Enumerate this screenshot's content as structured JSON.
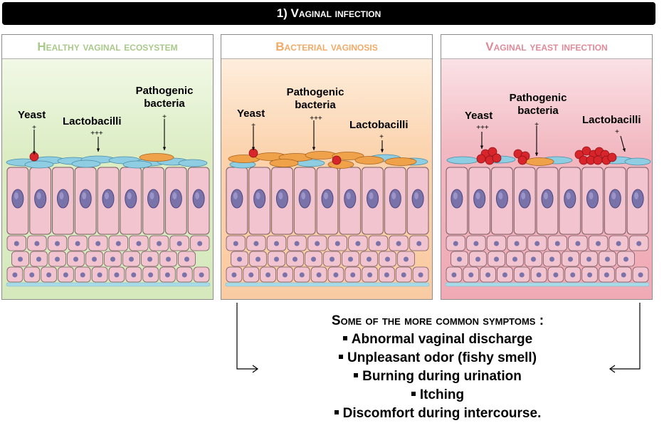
{
  "title": "1) Vaginal infection",
  "panels": [
    {
      "id": "healthy",
      "header": "Healthy vaginal ecosystem",
      "labels": {
        "yeast": {
          "name": "Yeast",
          "abundance": "+"
        },
        "lactobacilli": {
          "name": "Lactobacilli",
          "abundance": "+++"
        },
        "pathogenic": {
          "name": "Pathogenic\nbacteria",
          "abundance": "+"
        }
      }
    },
    {
      "id": "bv",
      "header": "Bacterial vaginosis",
      "labels": {
        "yeast": {
          "name": "Yeast",
          "abundance": "+"
        },
        "pathogenic": {
          "name": "Pathogenic\nbacteria",
          "abundance": "+++"
        },
        "lactobacilli": {
          "name": "Lactobacilli",
          "abundance": "+"
        }
      }
    },
    {
      "id": "yeast",
      "header": "Vaginal yeast infection",
      "labels": {
        "yeast": {
          "name": "Yeast",
          "abundance": "+++"
        },
        "pathogenic": {
          "name": "Pathogenic\nbacteria",
          "abundance": "+"
        },
        "lactobacilli": {
          "name": "Lactobacilli",
          "abundance": "+"
        }
      }
    }
  ],
  "symptoms": {
    "heading": "Some of the more common symptoms :",
    "items": [
      "Abnormal vaginal discharge",
      "Unpleasant odor (fishy smell)",
      "Burning during urination",
      "Itching",
      "Discomfort during intercourse."
    ]
  },
  "colors": {
    "cell_fill": "#f1c4cf",
    "cell_stroke": "#7a5a62",
    "nucleus": "#7a73aa",
    "lactobacillus": "#8fcde2",
    "pathogenic_bacterium": "#f0a24a",
    "yeast": "#d8252b",
    "basement": "#a8dbe8"
  }
}
